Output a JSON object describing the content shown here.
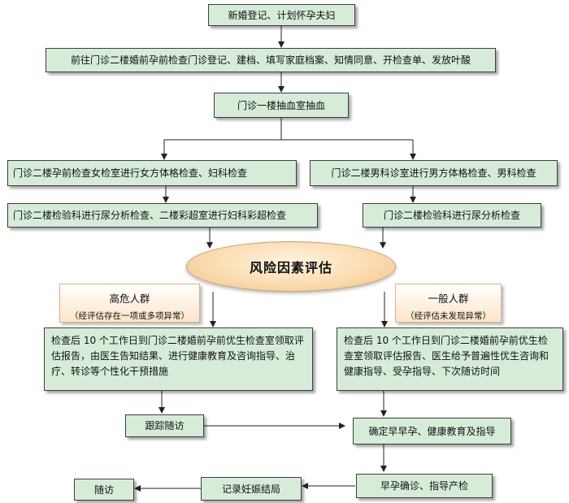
{
  "nodes": {
    "start": "新婚登记、计划怀孕夫妇",
    "registration": "前往门诊二楼婚前孕前检查门诊登记、建档、填写家庭档案、知情同意、开检查单、发放叶酸",
    "blood_draw": "门诊一楼抽血室抽血",
    "female_exam": "门诊二楼孕前检查女检室进行女方体格检查、妇科检查",
    "male_exam": "门诊二楼男科诊室进行男方体格检查、男科检查",
    "female_lab": "门诊二楼检验科进行尿分析检查、二楼彩超室进行妇科彩超检查",
    "male_lab": "门诊二楼检验科进行尿分析检查",
    "risk_assessment": "风险因素评估",
    "high_risk_title": "高危人群",
    "high_risk_note": "（经评估存在一项或多项异常）",
    "general_title": "一般人群",
    "general_note": "（经评估未发现异常）",
    "high_risk_action": "检查后 10 个工作日到门诊二楼婚前孕前优生检查室领取评估报告，由医生告知结果、进行健康教育及咨询指导、治疗、转诊等个性化干预措施",
    "general_action": "检查后 10 个工作日到门诊二楼婚前孕前优生检查室领取评估报告、医生给予普遍性优生咨询和健康指导、受孕指导、下次随访时间",
    "follow_up_tracking": "跟踪随访",
    "confirm_pregnancy": "确定早早孕、健康教育及指导",
    "early_pregnancy": "早孕确诊、指导产检",
    "record_outcome": "记录妊娠结局",
    "follow_up": "随访"
  }
}
